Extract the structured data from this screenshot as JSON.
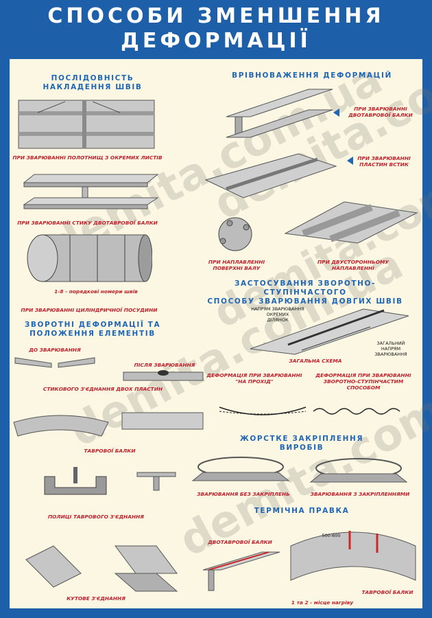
{
  "title": {
    "line1": "СПОСОБИ ЗМЕНШЕННЯ",
    "line2": "ДЕФОРМАЦІЇ"
  },
  "watermark": "demita.com.ua",
  "sections": {
    "sequence": "ПОСЛІДОВНІСТЬ\nНАКЛАДЕННЯ ШВІВ",
    "balancing": "ВРІВНОВАЖЕННЯ ДЕФОРМАЦІЙ",
    "reverse_step": "ЗАСТОСУВАННЯ ЗВОРОТНО-СТУПІНЧАСТОГО\nСПОСОБУ ЗВАРЮВАННЯ ДОВГИХ ШВІВ",
    "reverse_deform": "ЗВОРОТНІ ДЕФОРМАЦІЇ ТА\nПОЛОЖЕННЯ ЕЛЕМЕНТІВ",
    "rigid": "ЖОРСТКЕ ЗАКРІПЛЕННЯ\nВИРОБІВ",
    "thermal": "ТЕРМІЧНА ПРАВКА"
  },
  "captions": {
    "separate_sheets": "ПРИ ЗВАРЮВАННІ ПОЛОТНИЩ З ОКРЕМИХ ЛИСТІВ",
    "ibeam_joint": "ПРИ ЗВАРЮВАННІ СТИКУ ДВОТАВРОВОЇ БАЛКИ",
    "seq_numbers": "1-8 - порядкові номери швів",
    "cylinder": "ПРИ ЗВАРЮВАННІ ЦИЛІНДРИЧНОЇ ПОСУДИНИ",
    "ibeam_welding": "ПРИ ЗВАРЮВАННІ\nДВОТАВРОВОЇ БАЛКИ",
    "butt_plates": "ПРИ ЗВАРЮВАННІ\nПЛАСТИН ВСТИК",
    "shaft": "ПРИ НАПЛАВЛЕННІ\nПОВЕРХНІ ВАЛУ",
    "double_side": "ПРИ ДВУСТОРОННЬОМУ\nНАПЛАВЛЕННІ",
    "general_scheme": "ЗАГАЛЬНА СХЕМА",
    "before_welding": "ДО ЗВАРЮВАННЯ",
    "after_welding": "ПІСЛЯ ЗВАРЮВАННЯ",
    "butt_two_plates": "СТИКОВОГО З'ЄДНАННЯ ДВОХ ПЛАСТИН",
    "deform_pass": "ДЕФОРМАЦІЯ ПРИ ЗВАРЮВАННІ\n\"НА ПРОХІД\"",
    "deform_reverse": "ДЕФОРМАЦІЯ ПРИ ЗВАРЮВАННІ\nЗВОРОТНО-СТУПІНЧАСТИМ СПОСОБОМ",
    "tee_beam": "ТАВРОВОЇ БАЛКИ",
    "no_fix": "ЗВАРЮВАННЯ БЕЗ ЗАКРІПЛЕНЬ",
    "with_fix": "ЗВАРЮВАННЯ З ЗАКРІПЛЕННЯМИ",
    "tee_shelf": "ПОЛИЦІ ТАВРОВОГО З'ЄДНАННЯ",
    "ibeam_beam": "ДВОТАВРОВОЇ БАЛКИ",
    "corner": "КУТОВЕ З'ЄДНАННЯ",
    "heat_points": "1 та 2 - місце нагріву",
    "tee_beam2": "ТАВРОВОЇ БАЛКИ"
  },
  "labels": {
    "weld_direction": "НАПРЯМ ЗВАРЮВАННЯ\nОКРЕМИХ\nДІЛЯНОК",
    "general_direction": "ЗАГАЛЬНИЙ\nНАПРЯМ\nЗВАРЮВАННЯ",
    "dimension": "500-600"
  },
  "colors": {
    "frame": "#1d5fa8",
    "panel": "#fbf7e3",
    "heading": "#1f66b5",
    "caption": "#c4202c",
    "weld": "#c62828"
  }
}
